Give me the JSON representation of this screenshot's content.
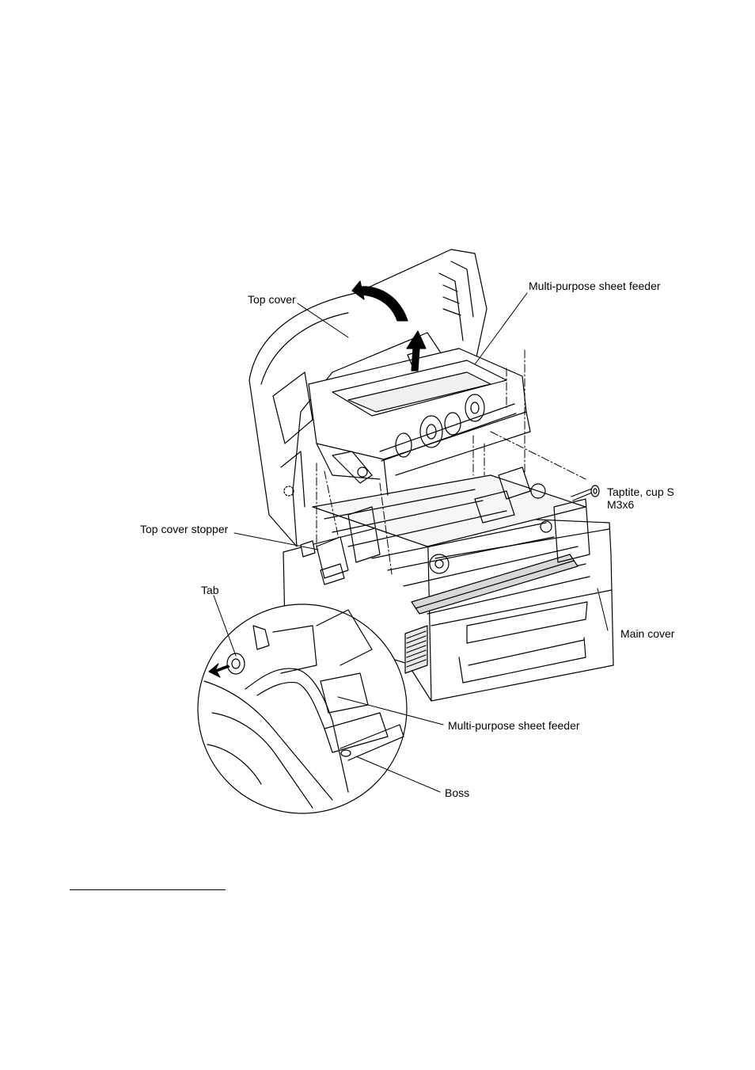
{
  "labels": {
    "top_cover": "Top cover",
    "multi_purpose_sheet_feeder_top": "Multi-purpose sheet feeder",
    "taptite_line1": "Taptite, cup S",
    "taptite_line2": "M3x6",
    "top_cover_stopper": "Top cover stopper",
    "tab": "Tab",
    "main_cover": "Main cover",
    "multi_purpose_sheet_feeder_detail": "Multi-purpose sheet feeder",
    "boss": "Boss"
  },
  "colors": {
    "ink": "#000000",
    "paper": "#ffffff",
    "panel": "#f6f6f6"
  }
}
